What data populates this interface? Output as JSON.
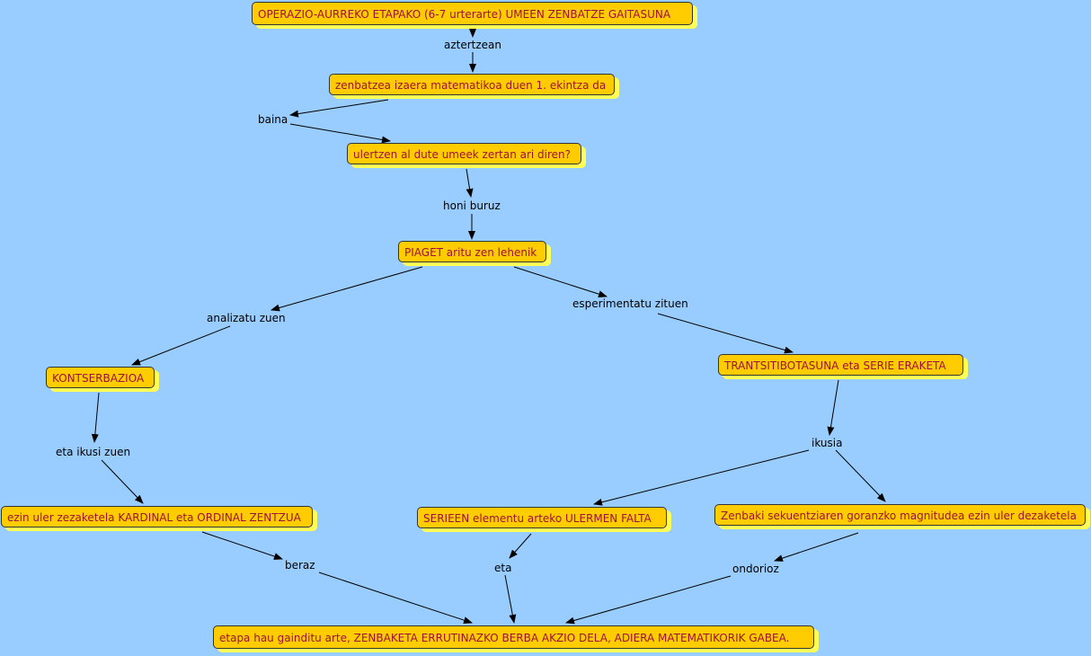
{
  "nodes": {
    "n1": "OPERAZIO-AURREKO ETAPAKO (6-7 urterarte) UMEEN ZENBATZE GAITASUNA",
    "n2": "zenbatzea izaera matematikoa duen 1. ekintza da",
    "n3": "ulertzen al dute umeek zertan ari diren?",
    "n4": "PIAGET aritu zen lehenik",
    "n5": "KONTSERBAZIOA",
    "n6": "TRANTSITIBOTASUNA eta SERIE ERAKETA",
    "n7": "ezin uler zezaketela KARDINAL eta ORDINAL ZENTZUA",
    "n8": "SERIEEN elementu arteko ULERMEN FALTA",
    "n9": "Zenbaki sekuentziaren goranzko magnitudea ezin uler dezaketela",
    "n10": "etapa hau gainditu arte, ZENBAKETA ERRUTINAZKO BERBA AKZIO DELA, ADIERA MATEMATIKORIK GABEA."
  },
  "links": {
    "l1": "aztertzean",
    "l2": "baina",
    "l3": "honi buruz",
    "l4": "analizatu zuen",
    "l5": "esperimentatu zituen",
    "l6": "eta ikusi zuen",
    "l7": "ikusia",
    "l8": "beraz",
    "l9": "eta",
    "l10": "ondorioz"
  },
  "colors": {
    "background": "#99ccff",
    "node_fill": "#ffcc00",
    "node_shadow": "#ffff55",
    "node_text": "#a0103a"
  }
}
